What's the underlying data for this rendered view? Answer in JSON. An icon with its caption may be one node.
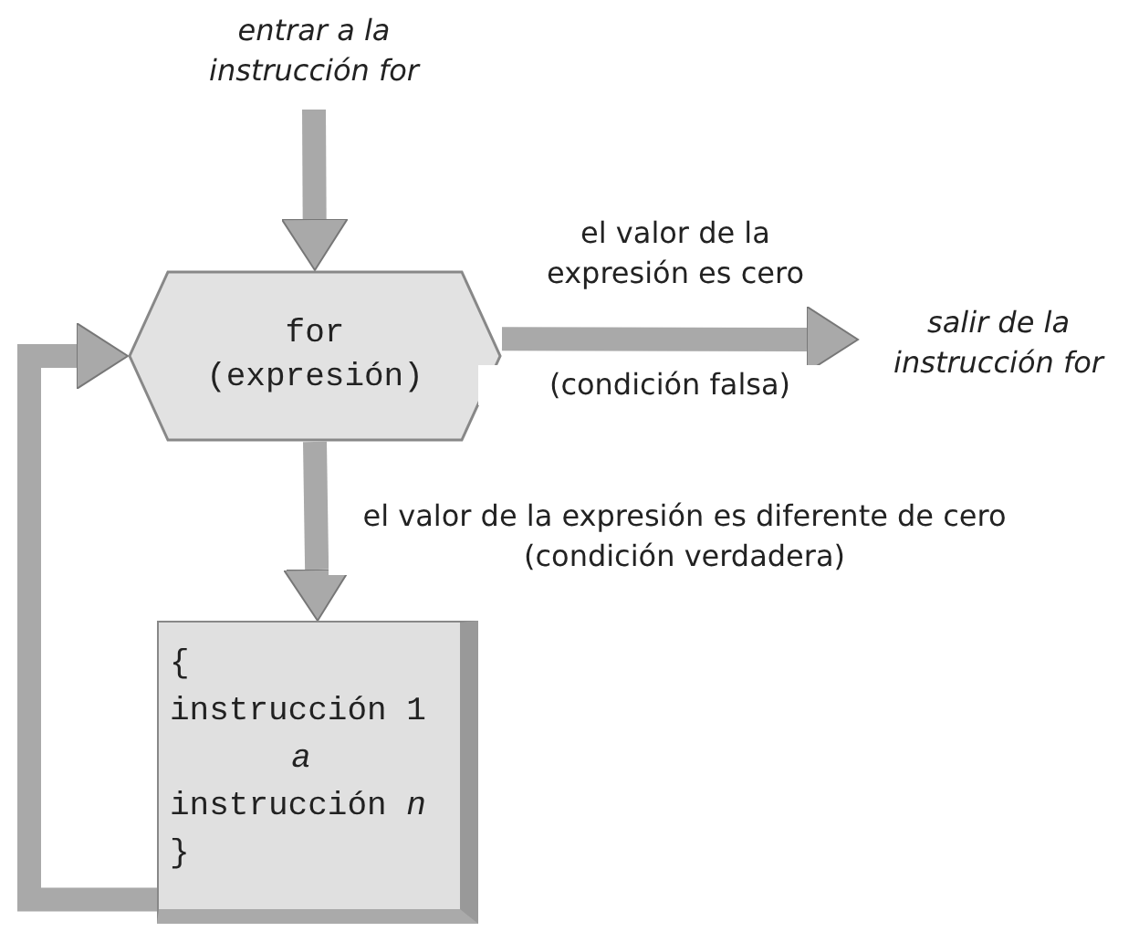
{
  "diagram": {
    "nodes": [
      {
        "text": [
          "entrar a la instrucción for"
        ]
      },
      {
        "text": [
          "for (expresión)"
        ]
      },
      {
        "text": [
          "salir de la instrucción for"
        ]
      },
      {
        "text": [
          "{",
          "instrucción 1",
          "a",
          "instrucción *n*",
          "}"
        ]
      }
    ],
    "edges": [
      {
        "from": 0,
        "to": 1,
        "arrow": "to"
      },
      {
        "from": 1,
        "to": 2,
        "arrow": "to",
        "label": "el valor de la expresión es cero"
      },
      {
        "from": 1,
        "to": 3,
        "arrow": "to",
        "label": "el valor de la expresión es diferente de cero (condición verdadera)"
      },
      {
        "from": 3,
        "to": 1,
        "arrow": "to"
      }
    ],
    "labels": [
      "(condición falsa)"
    ]
  }
}
